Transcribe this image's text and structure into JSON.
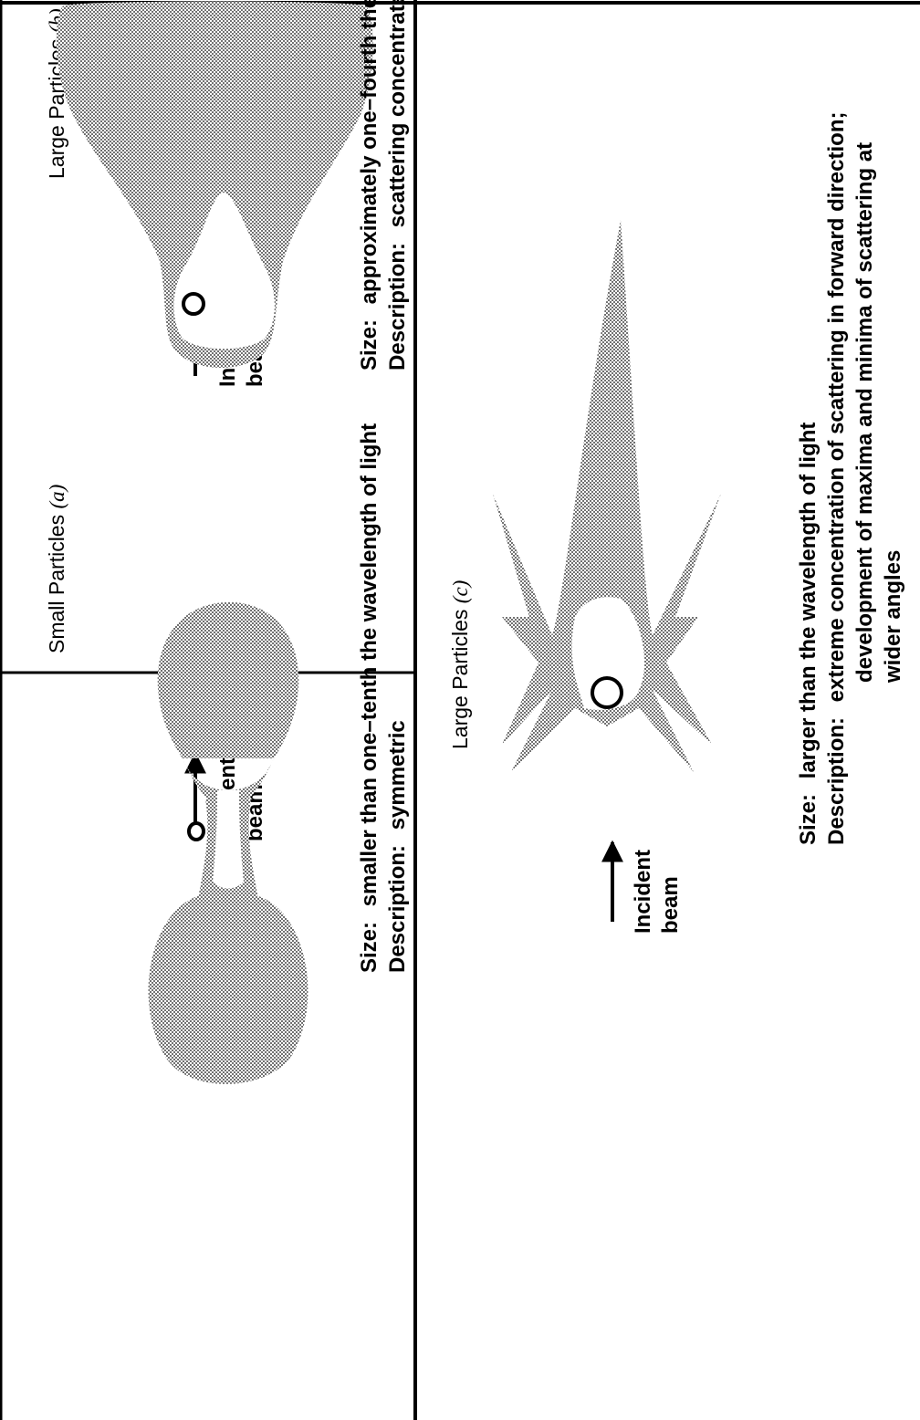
{
  "panels": {
    "a": {
      "title": "Small Particles",
      "tag": "(a)",
      "beam": [
        "Incident",
        "beam"
      ],
      "size_label": "Size:",
      "size_text": "smaller than one–tenth the wavelength of light",
      "desc_label": "Description:",
      "desc_lines": [
        "symmetric"
      ]
    },
    "b": {
      "title": "Large Particles",
      "tag": "(b)",
      "beam": [
        "Incident",
        "beam"
      ],
      "size_label": "Size:",
      "size_text": "approximately one–fourth the wavelength of light",
      "desc_label": "Description:",
      "desc_lines": [
        "scattering concentrated in forward direction"
      ]
    },
    "c": {
      "title": "Large Particles",
      "tag": "(c)",
      "beam": [
        "Incident",
        "beam"
      ],
      "size_label": "Size:",
      "size_text": "larger than the wavelength of light",
      "desc_label": "Description:",
      "desc_lines": [
        "extreme concentration of scattering in forward direction;",
        "development of maxima and minima of scattering at",
        "wider angles"
      ]
    }
  },
  "colors": {
    "ink": "#000000",
    "shade": "#a9a9a9",
    "paper": "#ffffff"
  }
}
